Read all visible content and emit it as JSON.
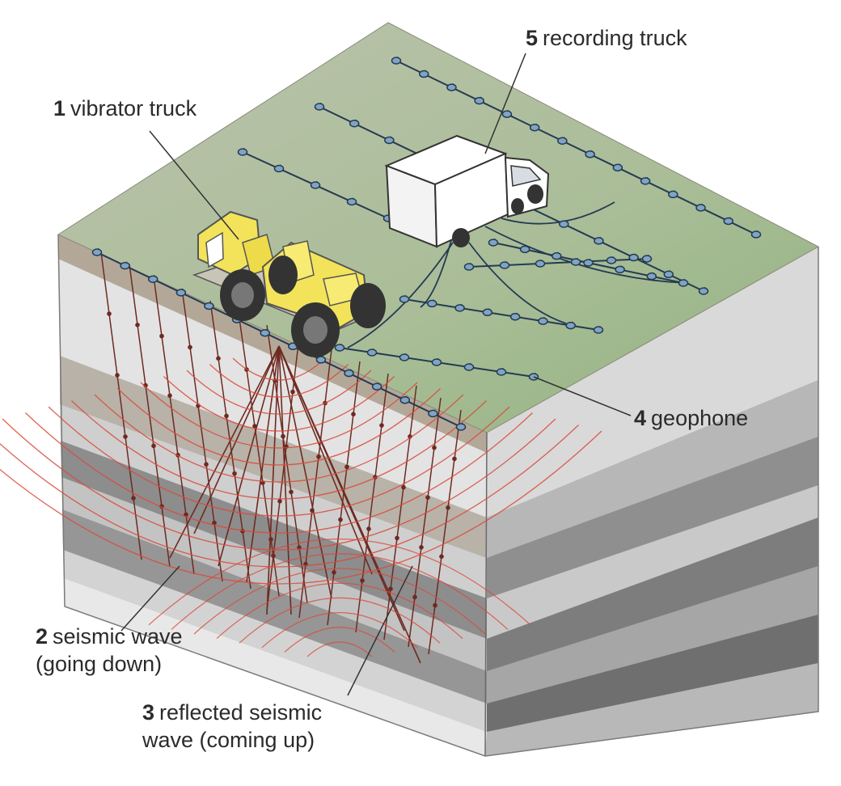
{
  "colors": {
    "surface_top": "#b5bfa2",
    "surface_green": "#9fb88c",
    "cable": "#243a52",
    "geophone": "#7fa4c4",
    "wave_down": "#d94a3a",
    "ray": "#6e2a22",
    "vibrator_truck": "#f2e35a",
    "recording_truck": "#ffffff"
  },
  "labels": {
    "vibrator_truck": {
      "number": "1",
      "text": "vibrator truck",
      "line2": ""
    },
    "seismic_wave": {
      "number": "2",
      "text": "seismic wave",
      "line2": "(going down)"
    },
    "reflected_wave": {
      "number": "3",
      "text": "reflected seismic",
      "line2": "wave (coming up)"
    },
    "geophone": {
      "number": "4",
      "text": "geophone",
      "line2": ""
    },
    "recording_truck": {
      "number": "5",
      "text": "recording truck",
      "line2": ""
    }
  }
}
